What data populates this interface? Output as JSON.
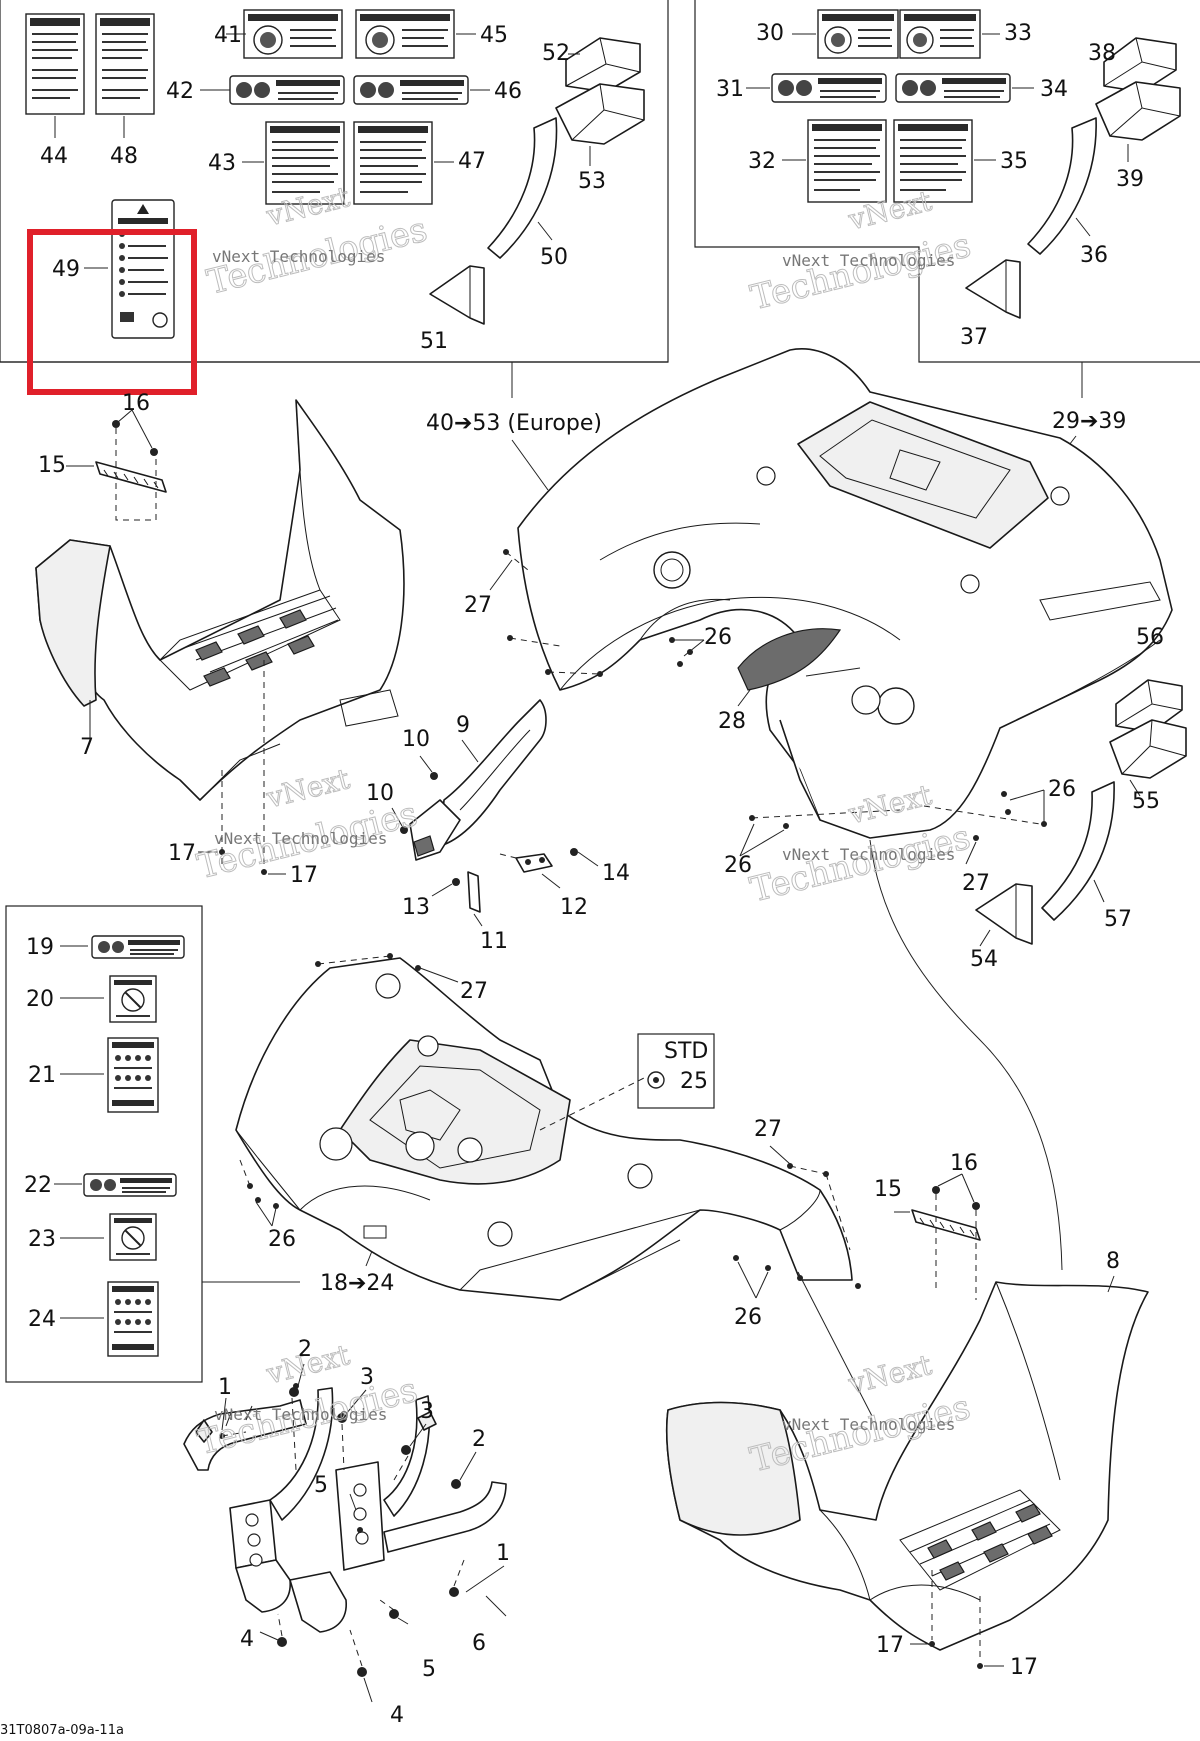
{
  "highlight_color": "#e0202a",
  "watermark": {
    "brand_line1": "vNext",
    "brand_line2": "Technologies",
    "small_text": "vNext Technologies"
  },
  "labels": {
    "p1": "1",
    "p2": "2",
    "p3": "3",
    "p4": "4",
    "p5": "5",
    "p6": "6",
    "p7": "7",
    "p8": "8",
    "p9": "9",
    "p10": "10",
    "p11": "11",
    "p12": "12",
    "p13": "13",
    "p14": "14",
    "p15": "15",
    "p16": "16",
    "p17": "17",
    "p19": "19",
    "p20": "20",
    "p21": "21",
    "p22": "22",
    "p23": "23",
    "p24": "24",
    "p25": "25",
    "p26": "26",
    "p27": "27",
    "p28": "28",
    "p30": "30",
    "p31": "31",
    "p32": "32",
    "p33": "33",
    "p34": "34",
    "p35": "35",
    "p36": "36",
    "p37": "37",
    "p38": "38",
    "p39": "39",
    "p41": "41",
    "p42": "42",
    "p43": "43",
    "p44": "44",
    "p45": "45",
    "p46": "46",
    "p47": "47",
    "p48": "48",
    "p49": "49",
    "p50": "50",
    "p51": "51",
    "p52": "52",
    "p53": "53",
    "p54": "54",
    "p55": "55",
    "p56": "56",
    "p57": "57",
    "range_18_24": "18➔24",
    "range_29_39": "29➔39",
    "range_40_53": "40➔53 (Europe)",
    "std": "STD",
    "figure_code": "31T0807a-09a-11a"
  }
}
